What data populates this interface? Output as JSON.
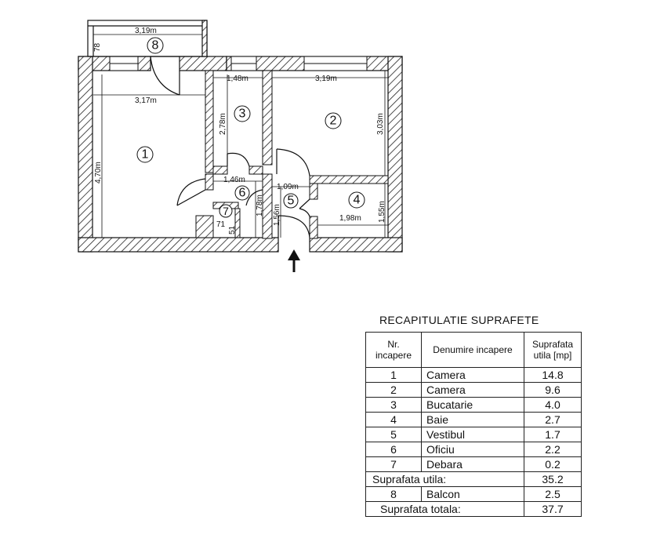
{
  "floorplan": {
    "dimensions": {
      "balcony_width": "3,19m",
      "balcony_depth": "78",
      "room1_width": "3,17m",
      "room1_height": "4,70m",
      "room3_width": "1,48m",
      "room3_height": "2,78m",
      "room2_width": "3,19m",
      "room2_height": "3,03m",
      "room6_width": "1,46m",
      "room6_height": "1,78m",
      "room5_width": "1,09m",
      "room5_height": "1,56m",
      "room4_width": "1,98m",
      "room4_height": "1,55m",
      "room7_width": "71",
      "room7_height": "51"
    },
    "room_numbers": [
      "1",
      "2",
      "3",
      "4",
      "5",
      "6",
      "7",
      "8"
    ]
  },
  "summary": {
    "title": "RECAPITULATIE SUPRAFETE",
    "headers": {
      "nr": "Nr. incapere",
      "name": "Denumire incapere",
      "area": "Suprafata utila [mp]"
    },
    "rows": [
      {
        "nr": "1",
        "name": "Camera",
        "area": "14.8"
      },
      {
        "nr": "2",
        "name": "Camera",
        "area": "9.6"
      },
      {
        "nr": "3",
        "name": "Bucatarie",
        "area": "4.0"
      },
      {
        "nr": "4",
        "name": "Baie",
        "area": "2.7"
      },
      {
        "nr": "5",
        "name": "Vestibul",
        "area": "1.7"
      },
      {
        "nr": "6",
        "name": "Oficiu",
        "area": "2.2"
      },
      {
        "nr": "7",
        "name": "Debara",
        "area": "0.2"
      }
    ],
    "useful_total": {
      "label": "Suprafata utila:",
      "value": "35.2"
    },
    "balcony_row": {
      "nr": "8",
      "name": "Balcon",
      "area": "2.5"
    },
    "grand_total": {
      "label": "Suprafata totala:",
      "value": "37.7"
    }
  }
}
